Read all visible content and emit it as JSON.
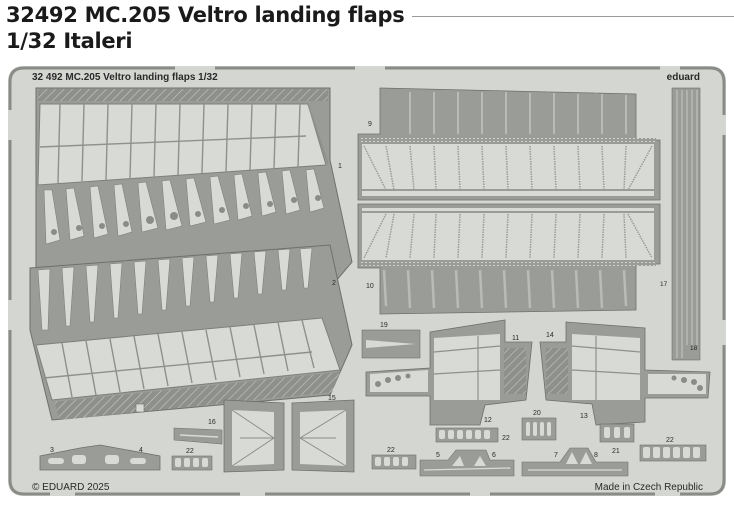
{
  "header": {
    "line1": "32492  MC.205 Veltro landing flaps",
    "line2": "1/32  Italeri"
  },
  "sheet": {
    "title": "32 492  MC.205 Veltro landing flaps  1/32",
    "brand": "eduard",
    "copyright": "© EDUARD 2025",
    "origin": "Made in Czech Republic",
    "colors": {
      "background": "#d4d6d1",
      "metal": "#9a9c98",
      "metal_dark": "#7e807c",
      "outline": "#6e706c",
      "text": "#2a2a2a"
    }
  },
  "part_labels": {
    "p1": "1",
    "p2": "2",
    "p3": "3",
    "p4": "4",
    "p5": "5",
    "p6": "6",
    "p7": "7",
    "p8": "8",
    "p9": "9",
    "p10": "10",
    "p11": "11",
    "p12": "12",
    "p13": "13",
    "p14": "14",
    "p15": "15",
    "p16": "16",
    "p17": "17",
    "p18": "18",
    "p19": "19",
    "p20": "20",
    "p21": "21",
    "p22a": "22",
    "p22b": "22",
    "p22c": "22",
    "p22d": "22"
  }
}
